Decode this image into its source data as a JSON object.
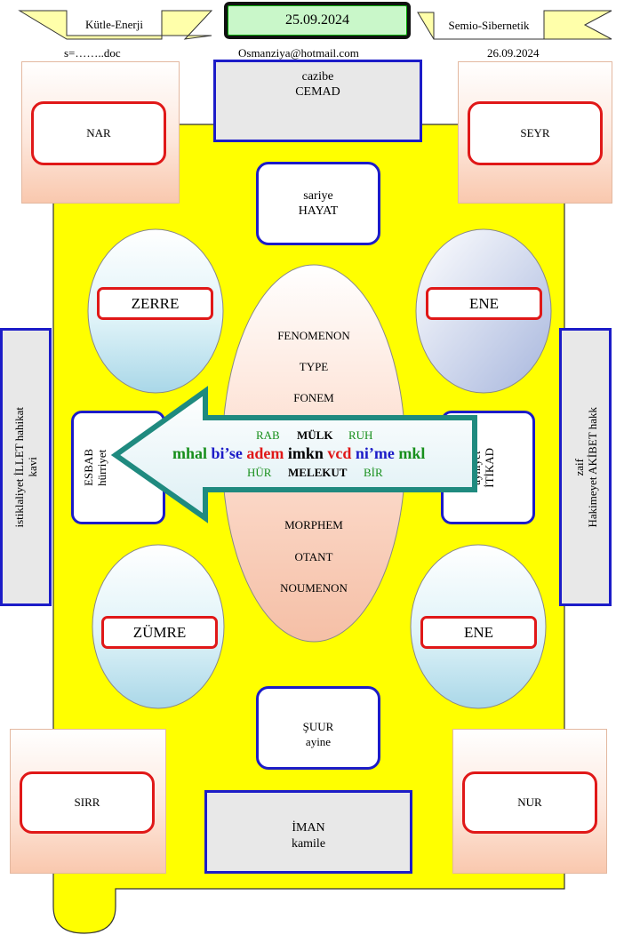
{
  "header": {
    "left_banner": "Kütle-Enerji",
    "date_box": "25.09.2024",
    "right_banner": "Semio-Sibernetik",
    "file_label": "s=……..doc",
    "email": "Osmanziya@hotmail.com",
    "date_right": "26.09.2024"
  },
  "corners": {
    "top_left": "NAR",
    "top_right": "SEYR",
    "bottom_left": "SIRR",
    "bottom_right": "NUR"
  },
  "top_box": {
    "line1": "cazibe",
    "line2": "CEMAD"
  },
  "hayat_box": {
    "line1": "sariye",
    "line2": "HAYAT"
  },
  "suur_box": {
    "line1": "ŞUUR",
    "line2": "ayine"
  },
  "iman_box": {
    "line1": "İMAN",
    "line2": "kamile"
  },
  "ellipses": {
    "top_left": "ZERRE",
    "top_right": "ENE",
    "bottom_left": "ZÜMRE",
    "bottom_right": "ENE"
  },
  "center_ellipse": {
    "top": [
      "FENOMENON",
      "TYPE",
      "FONEM"
    ],
    "bottom": [
      "MORPHEM",
      "OTANT",
      "NOUMENON"
    ]
  },
  "side_left_box": {
    "line1": "ESBAB",
    "line2": "hürriyet"
  },
  "side_right_box": {
    "line1": "ayniyet",
    "line2": "İTİKAD"
  },
  "outer_left": {
    "line1": "istiklaliyet  İLLET hahikat",
    "line2": "kavi"
  },
  "outer_right": {
    "line1": "zaif",
    "line2": "Hakimeyet AKİBET hakk"
  },
  "arrow": {
    "row1": [
      "RAB",
      "MÜLK",
      "RUH"
    ],
    "row2": [
      "mhal",
      "bi’se",
      "adem",
      "imkn",
      "vcd",
      "ni’me",
      "mkl"
    ],
    "row3": [
      "HÜR",
      "MELEKUT",
      "BİR"
    ]
  },
  "colors": {
    "yellow": "#ffff00",
    "blue_border": "#1c1cc8",
    "red_border": "#e01818",
    "arrow_teal": "#1f8a7f",
    "green_text": "#178f1b"
  }
}
